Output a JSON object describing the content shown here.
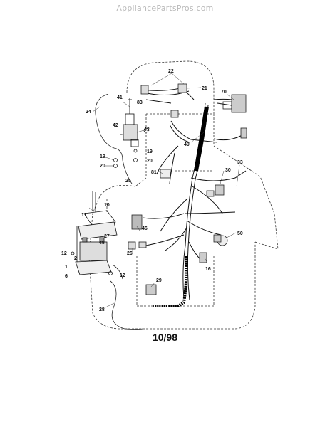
{
  "watermark": "AppliancePartsPros.com",
  "date_code": "10/98",
  "callouts": {
    "c22": "22",
    "c21": "21",
    "c70": "70",
    "c41": "41",
    "c83": "83",
    "c24": "24",
    "c43": "43",
    "c42": "42",
    "c40": "40",
    "c19a": "19",
    "c19b": "19",
    "c20a": "20",
    "c20b": "20",
    "c81": "81",
    "c30": "30",
    "c33": "33",
    "c25": "25",
    "c10": "10",
    "c11": "11",
    "c46": "46",
    "c27": "27",
    "c48": "48",
    "c50": "50",
    "c12a": "12",
    "c12b": "12",
    "c2": "2",
    "c1": "1",
    "c6": "6",
    "c26": "26",
    "c16": "16",
    "c29": "29",
    "c28": "28"
  }
}
